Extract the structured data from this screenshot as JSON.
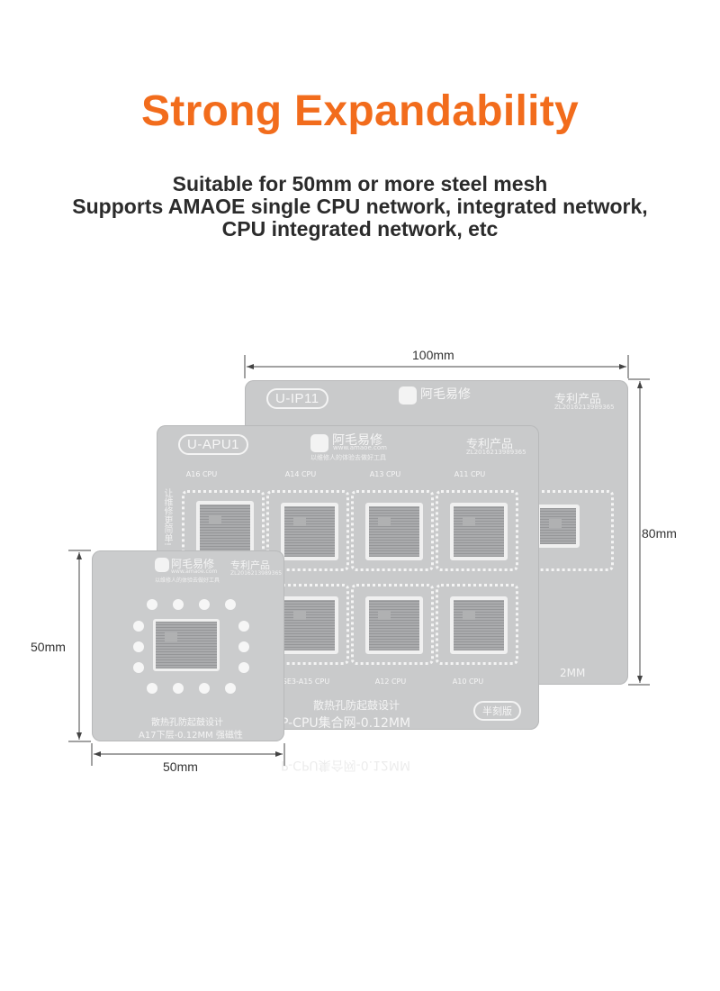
{
  "headline": "Strong Expandability",
  "subtitle_lines": [
    "Suitable for 50mm or more steel mesh",
    "Supports AMAOE single CPU network, integrated network,",
    "CPU integrated network, etc"
  ],
  "dimensions": {
    "top_width": "100mm",
    "right_height": "80mm",
    "left_height": "50mm",
    "bottom_width": "50mm"
  },
  "plate_ip11": {
    "model": "U-IP11",
    "brand": "阿毛易修",
    "patent": "专利产品",
    "patent_no": "ZL2016213989365",
    "thickness_partial": "2MM"
  },
  "plate_apu1": {
    "model": "U-APU1",
    "brand": "阿毛易修",
    "site": "www.amaoe.com",
    "slogan": "以维修人的体验去做好工具",
    "patent": "专利产品",
    "patent_no": "ZL2016213989365",
    "side_text": "让维修更简单!",
    "cpu_labels": [
      "A16 CPU",
      "A14 CPU",
      "A13 CPU",
      "A11 CPU",
      "SE3-A15 CPU",
      "A12 CPU",
      "A10 CPU"
    ],
    "heat_text": "散热孔防起鼓设计",
    "net_text": "P-CPU集合网-0.12MM",
    "badge": "半刻版"
  },
  "plate_a17": {
    "brand": "阿毛易修",
    "patent": "专利产品",
    "patent_no": "ZL2016213989365",
    "site": "www.amaoe.com",
    "slogan": "以维修人的体验去做好工具",
    "heat_text": "散热孔防起鼓设计",
    "spec_text": "A17下层-0.12MM 强磁性"
  },
  "colors": {
    "headline": "#f26c1c",
    "subtitle": "#2b2b2b",
    "plate": "#c9cacb"
  }
}
